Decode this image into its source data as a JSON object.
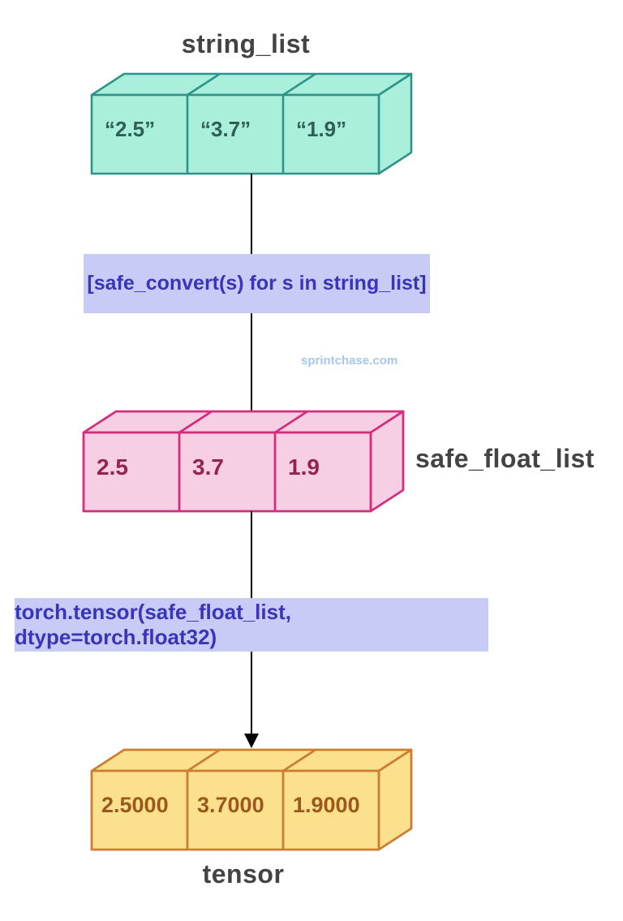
{
  "labels": {
    "string_list": "string_list",
    "safe_float_list": "safe_float_list",
    "tensor": "tensor"
  },
  "boxes": {
    "string_list": {
      "cells": [
        "“2.5”",
        "“3.7”",
        "“1.9”"
      ]
    },
    "safe_float_list": {
      "cells": [
        "2.5",
        "3.7",
        "1.9"
      ]
    },
    "tensor": {
      "cells": [
        "2.5000",
        "3.7000",
        "1.9000"
      ]
    }
  },
  "operations": {
    "convert": "[safe_convert(s) for s in string_list]",
    "to_tensor": "torch.tensor(safe_float_list, dtype=torch.float32)"
  },
  "watermark": "sprintchase.com",
  "colors": {
    "string_list_fill": "#a9efdc",
    "string_list_stroke": "#2f9487",
    "string_list_text": "#2e5f55",
    "safe_float_list_fill": "#f7cfe5",
    "safe_float_list_stroke": "#d42e7b",
    "safe_float_list_text": "#92244f",
    "tensor_fill": "#fbe18e",
    "tensor_stroke": "#cd7d32",
    "tensor_text": "#9c571c",
    "operation_bg": "#c7cbf6",
    "operation_text": "#3a35b8",
    "heading_text": "#434343",
    "watermark_text": "#a6c6ec",
    "connector": "#000000"
  }
}
